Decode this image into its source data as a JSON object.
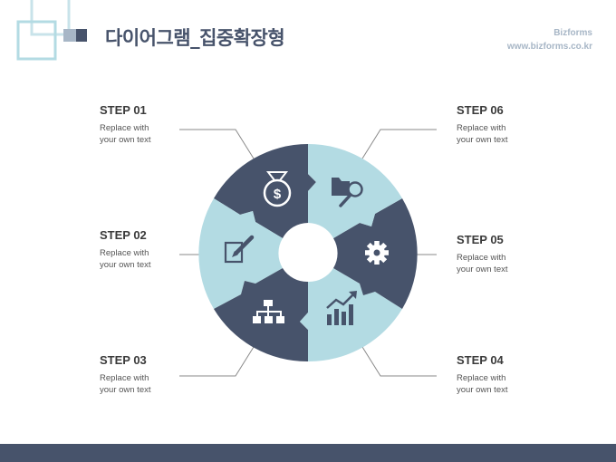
{
  "title": "다이어그램_집중확장형",
  "brand": {
    "name": "Bizforms",
    "url": "www.bizforms.co.kr"
  },
  "colors": {
    "dark": "#47536b",
    "light": "#b3dbe3",
    "line": "#8a8a8a"
  },
  "steps": [
    {
      "title": "STEP 01",
      "desc": "Replace with your own text",
      "icon": "money-bag-icon",
      "color": "dark"
    },
    {
      "title": "STEP 02",
      "desc": "Replace with your own text",
      "icon": "edit-icon",
      "color": "light"
    },
    {
      "title": "STEP 03",
      "desc": "Replace with your own text",
      "icon": "org-chart-icon",
      "color": "dark"
    },
    {
      "title": "STEP 04",
      "desc": "Replace with your own text",
      "icon": "growth-chart-icon",
      "color": "light"
    },
    {
      "title": "STEP 05",
      "desc": "Replace with your own text",
      "icon": "gear-icon",
      "color": "dark"
    },
    {
      "title": "STEP 06",
      "desc": "Replace with your own text",
      "icon": "folder-search-icon",
      "color": "light"
    }
  ]
}
